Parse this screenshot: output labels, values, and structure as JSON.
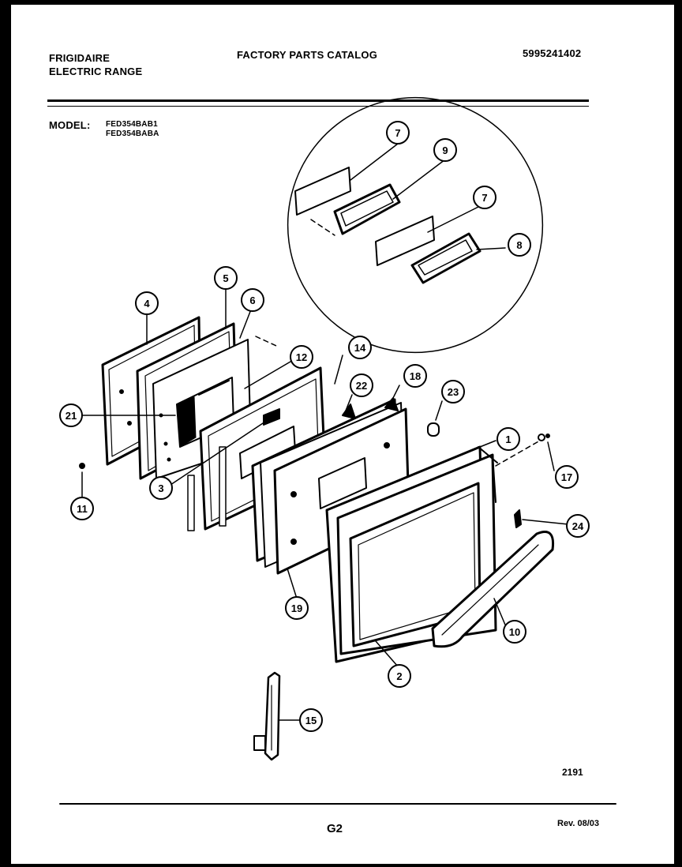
{
  "header": {
    "brand": "FRIGIDAIRE",
    "product": "ELECTRIC RANGE",
    "catalog_title": "FACTORY PARTS CATALOG",
    "catalog_number": "5995241402",
    "model_label": "MODEL:",
    "models": [
      "FED354BAB1",
      "FED354BABA"
    ]
  },
  "diagram": {
    "callouts": [
      "7",
      "9",
      "7",
      "8",
      "5",
      "6",
      "4",
      "12",
      "14",
      "22",
      "18",
      "23",
      "21",
      "3",
      "11",
      "1",
      "17",
      "24",
      "19",
      "10",
      "2",
      "15"
    ],
    "figure_code": "2191"
  },
  "footer": {
    "page": "G2",
    "revision": "Rev. 08/03"
  }
}
